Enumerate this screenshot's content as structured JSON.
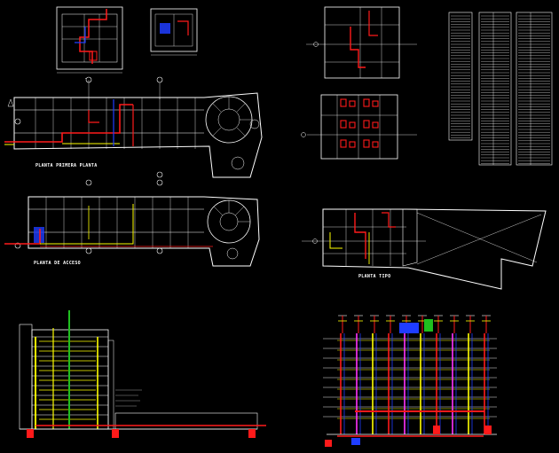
{
  "canvas": {
    "background": "#000000"
  },
  "colors": {
    "wall": "#ffffff",
    "pipe_red": "#ff1a1a",
    "pipe_yellow": "#ffff00",
    "pipe_blue": "#1f3dff",
    "pipe_green": "#1fbf1f",
    "pipe_cyan": "#00e5ff",
    "pipe_magenta": "#ff33ff"
  },
  "captions": {
    "floor_plan_upper": "PLANTA PRIMERA PLANTA",
    "floor_plan_lower": "PLANTA DE ACCESO",
    "floor_plan_right": "PLANTA TIPO"
  },
  "icons": [
    "column-marker-icon",
    "north-arrow-icon"
  ]
}
